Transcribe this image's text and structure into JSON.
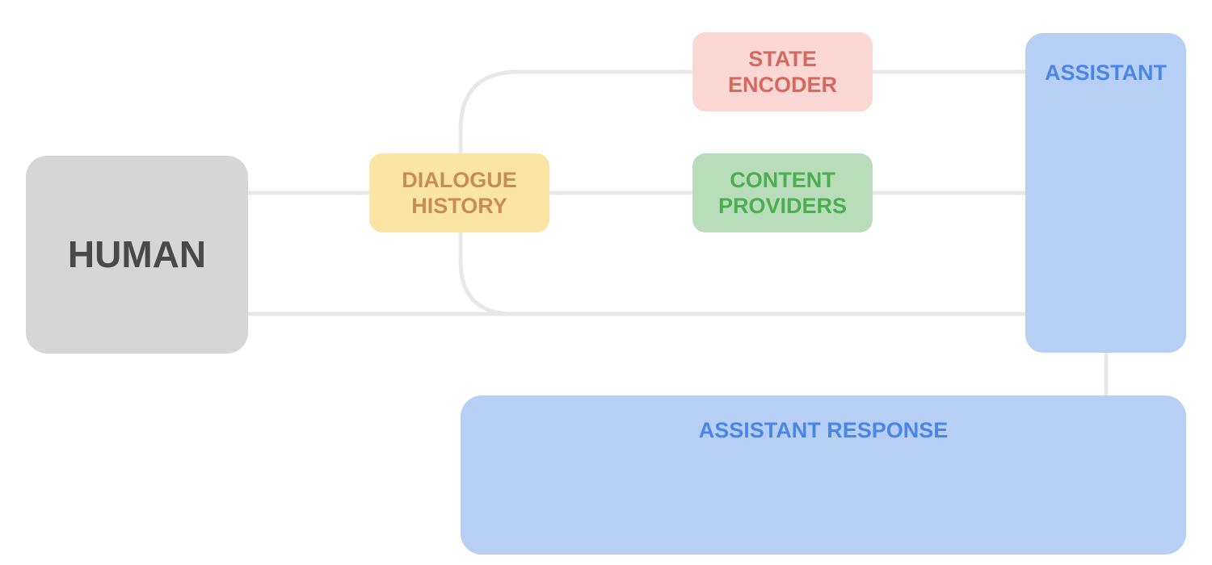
{
  "diagram": {
    "type": "flow-diagram",
    "background": "#ffffff",
    "connector_color": "#e8e8e8",
    "nodes": {
      "human": {
        "label": "HUMAN",
        "bg": "#d6d6d6",
        "text_color": "#494949"
      },
      "dialogue_history": {
        "label": "DIALOGUE HISTORY",
        "lines": [
          "DIALOGUE",
          "HISTORY"
        ],
        "bg": "#fbe5a4",
        "text_color": "#c98c55"
      },
      "state_encoder": {
        "label": "STATE ENCODER",
        "lines": [
          "STATE",
          "ENCODER"
        ],
        "bg": "#fbd7d3",
        "text_color": "#d6695f"
      },
      "content_providers": {
        "label": "CONTENT PROVIDERS",
        "lines": [
          "CONTENT",
          "PROVIDERS"
        ],
        "bg": "#b9dcba",
        "text_color": "#4bae50"
      },
      "assistant": {
        "label": "ASSISTANT",
        "bg": "#b7cff5",
        "text_color": "#4a86e8"
      },
      "assistant_response": {
        "label": "ASSISTANT RESPONSE",
        "bg": "#b7cff5",
        "text_color": "#4a86e8"
      }
    },
    "edges": [
      {
        "from": "human",
        "to": "assistant",
        "via": [
          "dialogue_history",
          "content_providers"
        ]
      },
      {
        "from": "human",
        "to": "assistant",
        "via": []
      },
      {
        "from": "dialogue_history",
        "to": "assistant",
        "via": [
          "state_encoder"
        ]
      },
      {
        "from": "dialogue_history",
        "to": "assistant",
        "via": []
      },
      {
        "from": "assistant",
        "to": "assistant_response",
        "via": []
      }
    ]
  }
}
